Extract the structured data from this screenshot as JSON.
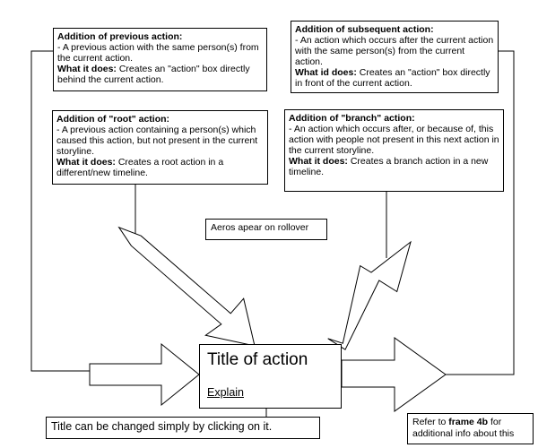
{
  "boxes": {
    "previous": {
      "title": "Addition of previous action:",
      "desc": "- A previous action with the same person(s) from the current action.",
      "what_label": "What it does:",
      "what_text": "Creates an \"action\" box directly behind the current action."
    },
    "subsequent": {
      "title": "Addition of subsequent action:",
      "desc": "- An action which occurs after the current action with the same person(s) from the current action.",
      "what_label": "What id does:",
      "what_text": "Creates an \"action\" box directly in front of the current action."
    },
    "root": {
      "title": "Addition of \"root\" action:",
      "desc": "- A previous action containing a person(s) which caused this action, but not present in the current storyline.",
      "what_label": "What it does:",
      "what_text": "Creates a root action in a different/new timeline."
    },
    "branch": {
      "title": "Addition of \"branch\" action:",
      "desc": "- An action which occurs after, or because of, this action with people not present in this next action in the current storyline.",
      "what_label": "What it does:",
      "what_text": "Creates a branch action in a new timeline."
    }
  },
  "rollover_note": "Aeros apear on rollover",
  "action_box": {
    "title": "Title of action",
    "explain": "Explain"
  },
  "title_note": "Title can be changed simply by clicking on it.",
  "refer_note": {
    "prefix": "Refer to",
    "frame": "frame 4b",
    "suffix": "for additional info about this"
  }
}
